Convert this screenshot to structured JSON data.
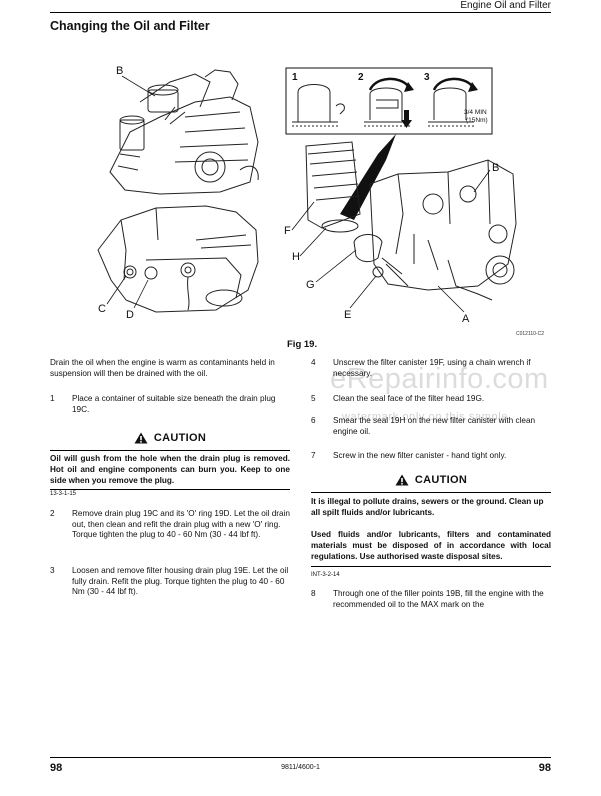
{
  "header": {
    "section": "Engine Oil and Filter"
  },
  "page_title": "Changing the Oil and Filter",
  "figure": {
    "caption": "Fig 19.",
    "code": "C012110-C2",
    "left_top_label": "B",
    "left_bottom_labels": [
      "C",
      "D"
    ],
    "inset_steps": [
      "1",
      "2",
      "3"
    ],
    "inset_torque": [
      "3/4 MIN",
      "(15Nm)"
    ],
    "right_labels": [
      "B",
      "F",
      "H",
      "G",
      "E",
      "A"
    ]
  },
  "left": {
    "intro": "Drain the oil when the engine is warm as contaminants held in suspension will then be drained with the oil.",
    "step1": {
      "num": "1",
      "text": "Place a container of suitable size beneath the drain plug 19C."
    },
    "caution1": {
      "heading": "CAUTION",
      "text": "Oil will gush from the hole when the drain plug is removed. Hot oil and engine components can burn you. Keep to one side when you remove the plug.",
      "code": "13-3-1-15"
    },
    "step2": {
      "num": "2",
      "text": "Remove drain plug 19C and its 'O' ring 19D. Let the oil drain out, then clean and refit the drain plug with a new 'O' ring. Torque tighten the plug to 40 - 60 Nm (30 - 44 lbf ft)."
    },
    "step3": {
      "num": "3",
      "text": "Loosen and remove filter housing drain plug 19E. Let the oil fully drain. Refit the plug. Torque tighten the plug to 40 - 60 Nm (30 - 44 lbf ft)."
    }
  },
  "right": {
    "step4": {
      "num": "4",
      "text": "Unscrew the filter canister 19F, using a chain wrench if necessary."
    },
    "step5": {
      "num": "5",
      "text": "Clean the seal face of the filter head 19G."
    },
    "step6": {
      "num": "6",
      "text": "Smear the seal 19H on the new filter canister with clean engine oil."
    },
    "step7": {
      "num": "7",
      "text": "Screw in the new filter canister - hand tight only."
    },
    "caution2": {
      "heading": "CAUTION",
      "text1": "It is illegal to pollute drains, sewers or the ground. Clean up all spilt fluids and/or lubricants.",
      "text2": "Used fluids and/or lubricants, filters and contaminated materials must be disposed of in accordance with local regulations. Use authorised waste disposal sites.",
      "code": "INT-3-2-14"
    },
    "step8": {
      "num": "8",
      "text": "Through one of the filler points 19B, fill the engine with the recommended oil to the MAX mark on the"
    }
  },
  "watermark": {
    "main": "eRepairinfo.com",
    "sub": "watermark only on this sample"
  },
  "footer": {
    "page_left": "98",
    "doc_number": "9811/4600-1",
    "page_right": "98"
  }
}
